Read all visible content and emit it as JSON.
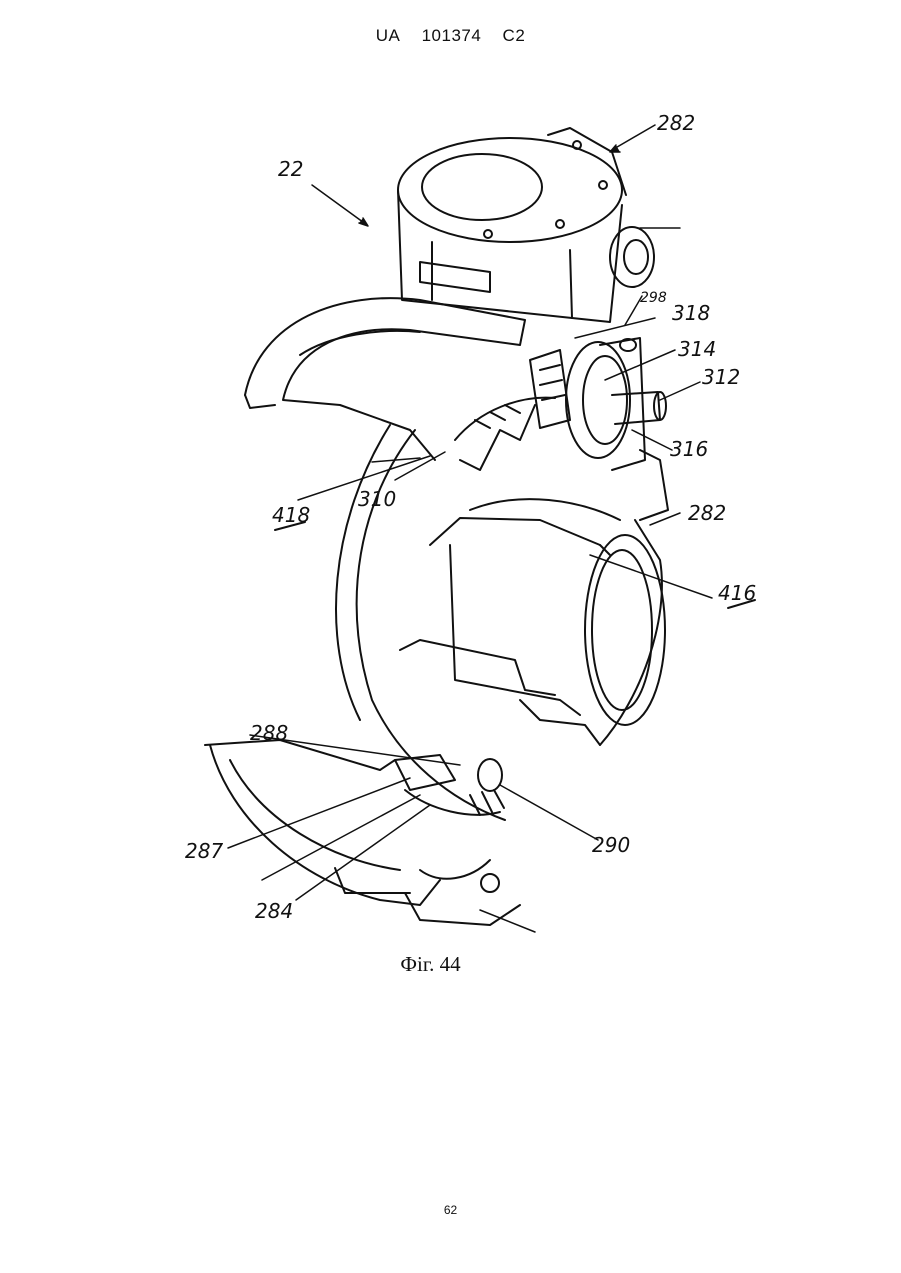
{
  "header": {
    "country": "UA",
    "number": "101374",
    "kind": "C2"
  },
  "figure": {
    "caption": "Фіг. 44",
    "labels": {
      "l22": "22",
      "l282a": "282",
      "l298": "298",
      "l318": "318",
      "l314": "314",
      "l312": "312",
      "l316": "316",
      "l282b": "282",
      "l418": "418",
      "l310": "310",
      "l416": "416",
      "l288": "288",
      "l287": "287",
      "l290": "290",
      "l284": "284"
    }
  },
  "page_number": "62"
}
